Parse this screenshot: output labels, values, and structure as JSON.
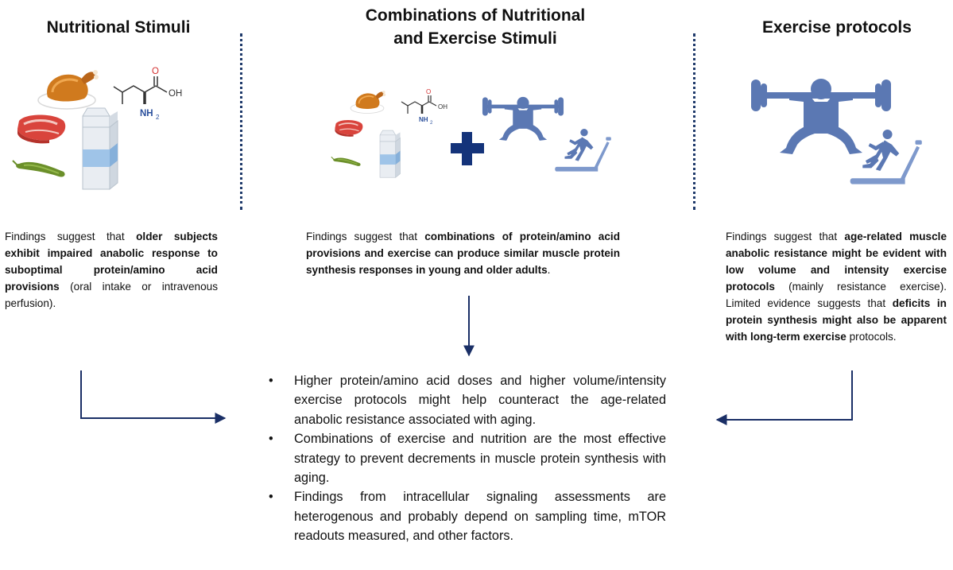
{
  "columns": {
    "left": {
      "title": "Nutritional Stimuli",
      "finding": {
        "p1": "Findings suggest that ",
        "b1": "older subjects exhibit impaired anabolic response to suboptimal protein/amino acid provisions",
        "p2": " (oral intake or intravenous perfusion)."
      }
    },
    "center": {
      "title_line1": "Combinations of Nutritional",
      "title_line2": "and Exercise Stimuli",
      "finding": {
        "p1": "Findings suggest that ",
        "b1": "combinations of protein/amino acid provisions and exercise can produce similar muscle protein synthesis responses in young and older adults",
        "p2": "."
      }
    },
    "right": {
      "title": "Exercise protocols",
      "finding": {
        "p1": "Findings suggest that ",
        "b1": "age-related muscle anabolic resistance might be evident with low volume and intensity exercise protocols",
        "p2": " (mainly resistance exercise). Limited evidence suggests that ",
        "b2": "deficits in protein synthesis might also be apparent with long-term exercise",
        "p3": " protocols."
      }
    }
  },
  "molecule": {
    "o": "O",
    "oh": "OH",
    "nh": "NH",
    "sub": "2"
  },
  "conclusions": {
    "bullet": "•",
    "items": [
      "Higher protein/amino acid doses and higher volume/intensity exercise protocols might help counteract the age-related anabolic resistance associated with aging.",
      "Combinations of exercise and nutrition are the most effective strategy to prevent decrements in muscle protein synthesis with aging.",
      "Findings from intracellular signaling assessments are heterogenous and probably depend on sampling time, mTOR readouts measured, and other factors."
    ]
  },
  "colors": {
    "navy": "#1a2f66",
    "icon_blue": "#5b78b3",
    "icon_light": "#7e99cc",
    "plus": "#14337a",
    "divider": "#1f3a6b"
  },
  "icons": [
    "roast-chicken-icon",
    "steak-icon",
    "green-bean-icon",
    "milk-carton-icon",
    "leucine-molecule-icon",
    "weightlifter-icon",
    "treadmill-runner-icon",
    "plus-icon"
  ]
}
